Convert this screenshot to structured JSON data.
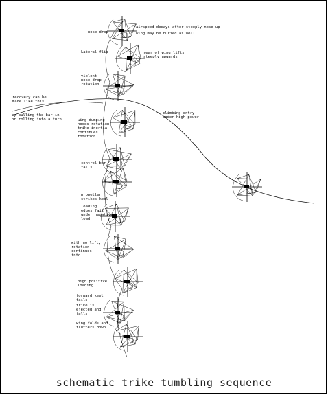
{
  "caption": "schematic trike tumbling sequence",
  "notes": {
    "n1": "airspeed decays after steeply nose-up",
    "n2": "nose drop",
    "n3": "wing may be buried as well",
    "n4": "Lateral flip",
    "n5": "rear of wing lifts\nsteeply upwards",
    "n6": "violent\nnose drop\nrotation",
    "n7": "recovery can be\nmade like this",
    "n8": "by pulling the bar in\nor rolling into a turn",
    "n9": "wing dumping\nnoses rotation\ntrike inertia\ncontinues\nrotation",
    "n10": "climbing entry\nunder high power",
    "n11": "control bar\nfalls",
    "n12": "propeller\nstrikes keel",
    "n13": "loading\nedges fail\nunder negative\nload",
    "n14": "with no lift,\nrotation\ncontinues\ninto",
    "n15": "high positive\nloading",
    "n16": "forward keel\nfails",
    "n17": "trike is\nejected and\nfalls",
    "n18": "wing folds and\nflutters down"
  }
}
